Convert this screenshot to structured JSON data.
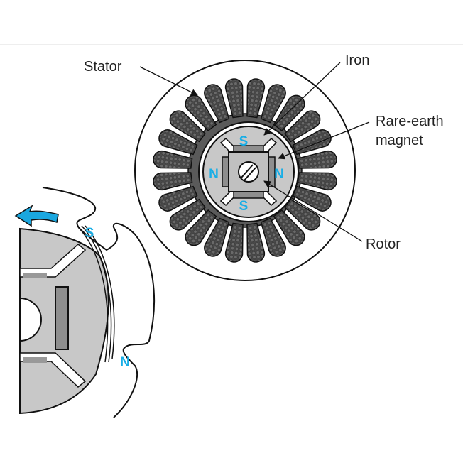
{
  "labels": {
    "stator": "Stator",
    "iron": "Iron",
    "magnet_line1": "Rare-earth",
    "magnet_line2": "magnet",
    "rotor": "Rotor"
  },
  "poles": {
    "top": "S",
    "left": "N",
    "right": "N",
    "bottom": "S",
    "detail_south": "S",
    "detail_north": "N"
  },
  "colors": {
    "pole_text": "#19aee6",
    "arrow": "#1aa7df",
    "winding": "#4a4a4a",
    "rotor_fill": "#c8c8c8",
    "magnet_fill": "#8e8e8e"
  },
  "slot_count": 24
}
